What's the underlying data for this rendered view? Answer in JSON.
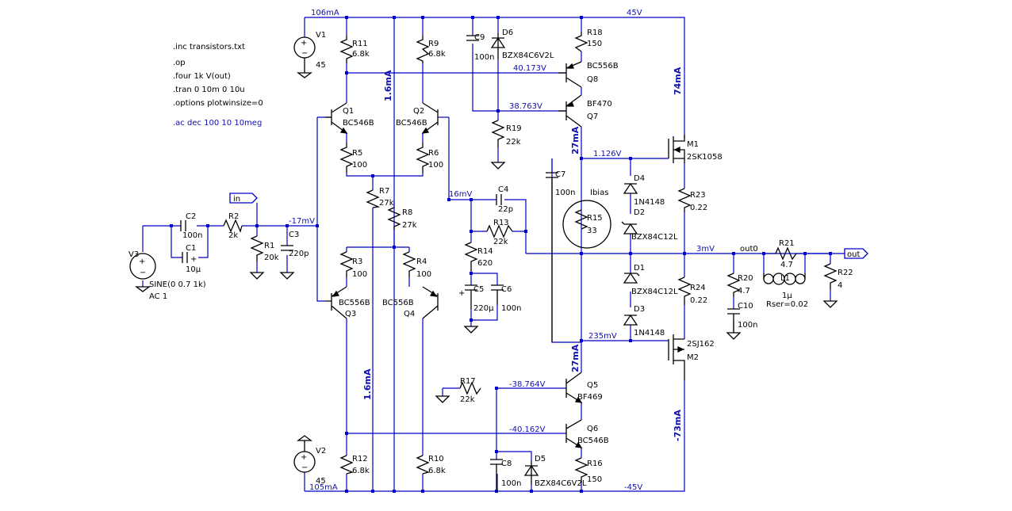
{
  "directives": {
    "inc": ".inc transistors.txt",
    "op": ".op",
    "four": ".four 1k V(out)",
    "tran": ".tran 0 10m 0 10u",
    "options": ".options plotwinsize=0",
    "ac": ".ac dec 100 10 10meg"
  },
  "sources": {
    "v1_name": "V1",
    "v1_value": "45",
    "v2_name": "V2",
    "v2_value": "45",
    "v3_name": "V3",
    "v3_value": "SINE(0 0.7 1k)",
    "v3_ac": "AC 1"
  },
  "resistors": {
    "R1": "R1",
    "R1v": "20k",
    "R2": "R2",
    "R2v": "2k",
    "R3": "R3",
    "R3v": "100",
    "R4": "R4",
    "R4v": "100",
    "R5": "R5",
    "R5v": "100",
    "R6": "R6",
    "R6v": "100",
    "R7": "R7",
    "R7v": "27k",
    "R8": "R8",
    "R8v": "27k",
    "R9": "R9",
    "R9v": "6.8k",
    "R10": "R10",
    "R10v": "6.8k",
    "R11": "R11",
    "R11v": "6.8k",
    "R12": "R12",
    "R12v": "6.8k",
    "R13": "R13",
    "R13v": "22k",
    "R14": "R14",
    "R14v": "620",
    "R15": "R15",
    "R15v": "33",
    "R16": "R16",
    "R16v": "150",
    "R17": "R17",
    "R17v": "22k",
    "R18": "R18",
    "R18v": "150",
    "R19": "R19",
    "R19v": "22k",
    "R20": "R20",
    "R20v": "4.7",
    "R21": "R21",
    "R21v": "4.7",
    "R22": "R22",
    "R22v": "4",
    "R23": "R23",
    "R23v": "0.22",
    "R24": "R24",
    "R24v": "0.22"
  },
  "capacitors": {
    "C1": "C1",
    "C1v": "10µ",
    "C2": "C2",
    "C2v": "100n",
    "C3": "C3",
    "C3v": "220p",
    "C4": "C4",
    "C4v": "22p",
    "C5": "C5",
    "C5v": "220µ",
    "C6": "C6",
    "C6v": "100n",
    "C7": "C7",
    "C7v": "100n",
    "C8": "C8",
    "C8v": "100n",
    "C9": "C9",
    "C9v": "100n",
    "C10": "C10",
    "C10v": "100n"
  },
  "inductor": {
    "L1": "L1",
    "L1v": "1µ",
    "rser": "Rser=0.02"
  },
  "transistors": {
    "Q1": "Q1",
    "Q1m": "BC546B",
    "Q2": "Q2",
    "Q2m": "BC546B",
    "Q3": "Q3",
    "Q3m": "BC556B",
    "Q4": "Q4",
    "Q4m": "BC556B",
    "Q5": "Q5",
    "Q5m": "BF469",
    "Q6": "Q6",
    "Q6m": "BC546B",
    "Q7": "Q7",
    "Q7m": "BF470",
    "Q8": "Q8",
    "Q8m": "BC556B",
    "M1": "M1",
    "M1m": "2SK1058",
    "M2": "M2",
    "M2m": "2SJ162"
  },
  "diodes": {
    "D1": "D1",
    "D1m": "BZX84C12L",
    "D2": "D2",
    "D2m": "BZX84C12L",
    "D3": "D3",
    "D3m": "1N4148",
    "D4": "D4",
    "D4m": "1N4148",
    "D5": "D5",
    "D5m": "BZX84C6V2L",
    "D6": "D6",
    "D6m": "BZX84C6V2L"
  },
  "ibias": "Ibias",
  "nodes": {
    "in": "in",
    "out": "out",
    "out0": "out0"
  },
  "voltages": {
    "v_top": "45V",
    "v_bottom": "-45V",
    "v40173": "40.173V",
    "v38763": "38.763V",
    "v1126": "1.126V",
    "v16mv": "16mV",
    "v17mv": "-17mV",
    "v3mv": "3mV",
    "v235mv": "235mV",
    "vm38764": "-38.764V",
    "vm40162": "-40.162V"
  },
  "currents": {
    "i106": "106mA",
    "i105": "105mA",
    "i16a": "1.6mA",
    "i16b": "1.6mA",
    "i74": "74mA",
    "i73": "-73mA",
    "i27a": "27mA",
    "i27b": "27mA"
  },
  "colors": {
    "wire": "#0000c8",
    "annotation": "#1010b0",
    "component": "#000000",
    "background": "#ffffff"
  }
}
